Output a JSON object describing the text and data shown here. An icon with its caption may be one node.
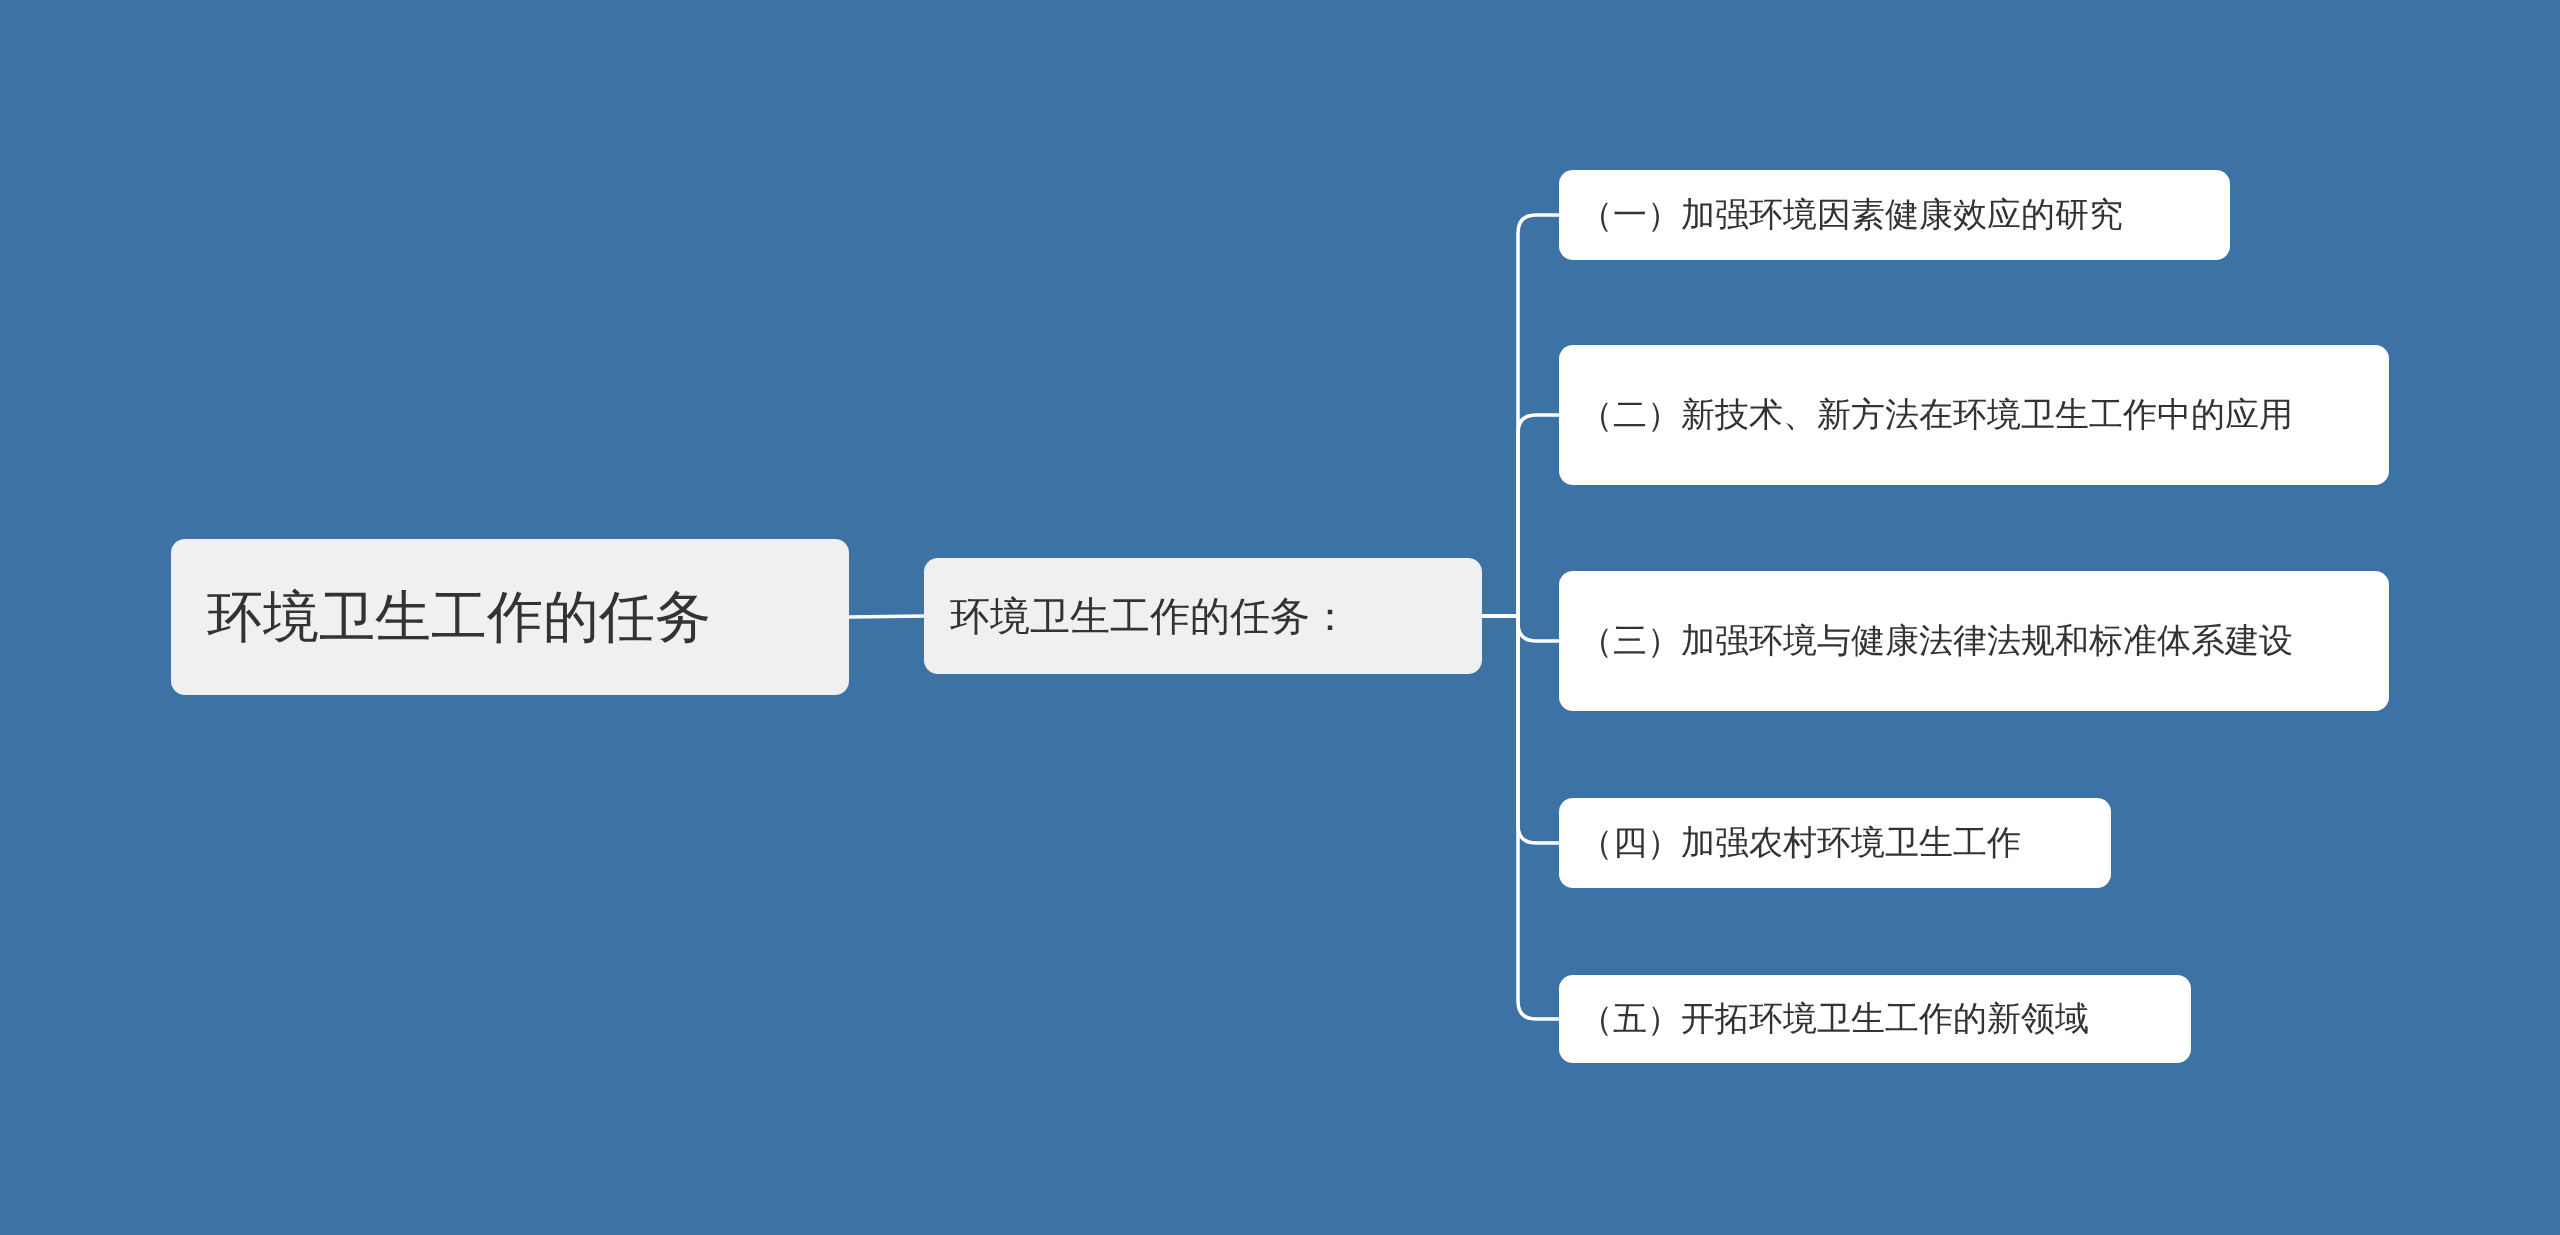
{
  "diagram": {
    "nodes": [
      {
        "text": [
          "环境卫生工作的任务"
        ]
      },
      {
        "text": [
          "环境卫生工作的任务："
        ]
      },
      {
        "text": [
          "（一）加强环境因素健康效应的研究"
        ]
      },
      {
        "text": [
          "（二）新技术、新方法在环境卫生工作中的应用"
        ]
      },
      {
        "text": [
          "（三）加强环境与健康法律法规和标准体系建设"
        ]
      },
      {
        "text": [
          "（四）加强农村环境卫生工作"
        ]
      },
      {
        "text": [
          "（五）开拓环境卫生工作的新领域"
        ]
      }
    ],
    "edges": [
      {
        "from": 0,
        "to": 1,
        "arrow": "none"
      },
      {
        "from": 1,
        "to": 2,
        "arrow": "none"
      },
      {
        "from": 1,
        "to": 3,
        "arrow": "none"
      },
      {
        "from": 1,
        "to": 4,
        "arrow": "none"
      },
      {
        "from": 1,
        "to": 5,
        "arrow": "none"
      },
      {
        "from": 1,
        "to": 6,
        "arrow": "none"
      }
    ]
  }
}
